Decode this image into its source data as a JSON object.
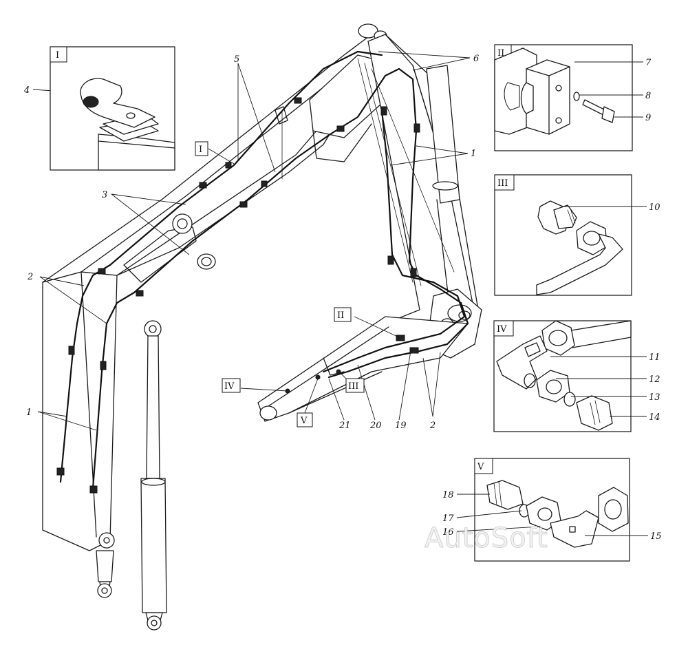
{
  "callouts": [
    "1",
    "2",
    "3",
    "4",
    "5",
    "6",
    "7",
    "8",
    "9",
    "10",
    "11",
    "12",
    "13",
    "14",
    "15",
    "16",
    "17",
    "18",
    "19",
    "20",
    "21"
  ],
  "views": [
    "I",
    "II",
    "III",
    "IV",
    "V"
  ],
  "watermark": "AutoSoft"
}
